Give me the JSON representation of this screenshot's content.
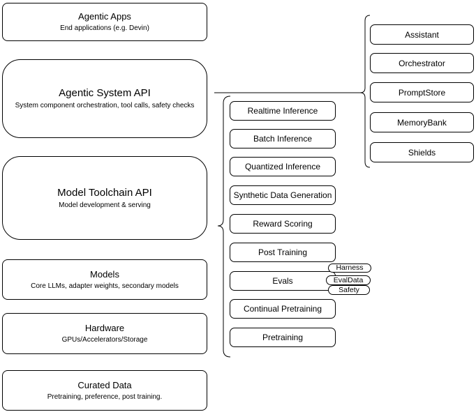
{
  "diagram": {
    "stack": [
      {
        "title": "Agentic Apps",
        "subtitle": "End applications (e.g. Devin)"
      },
      {
        "title": "Agentic System API",
        "subtitle": "System component orchestration, tool calls, safety checks"
      },
      {
        "title": "Model Toolchain API",
        "subtitle": "Model development & serving"
      },
      {
        "title": "Models",
        "subtitle": "Core LLMs, adapter weights, secondary models"
      },
      {
        "title": "Hardware",
        "subtitle": "GPUs/Accelerators/Storage"
      },
      {
        "title": "Curated Data",
        "subtitle": "Pretraining, preference, post training."
      }
    ],
    "toolchain_services": [
      "Realtime Inference",
      "Batch Inference",
      "Quantized Inference",
      "Synthetic Data Generation",
      "Reward Scoring",
      "Post Training",
      "Evals",
      "Continual Pretraining",
      "Pretraining"
    ],
    "eval_components": [
      "Harness",
      "EvalData",
      "Safety"
    ],
    "system_components": [
      "Assistant",
      "Orchestrator",
      "PromptStore",
      "MemoryBank",
      "Shields"
    ],
    "colors": {
      "stroke": "#000000",
      "background": "#ffffff",
      "text": "#000000"
    }
  }
}
